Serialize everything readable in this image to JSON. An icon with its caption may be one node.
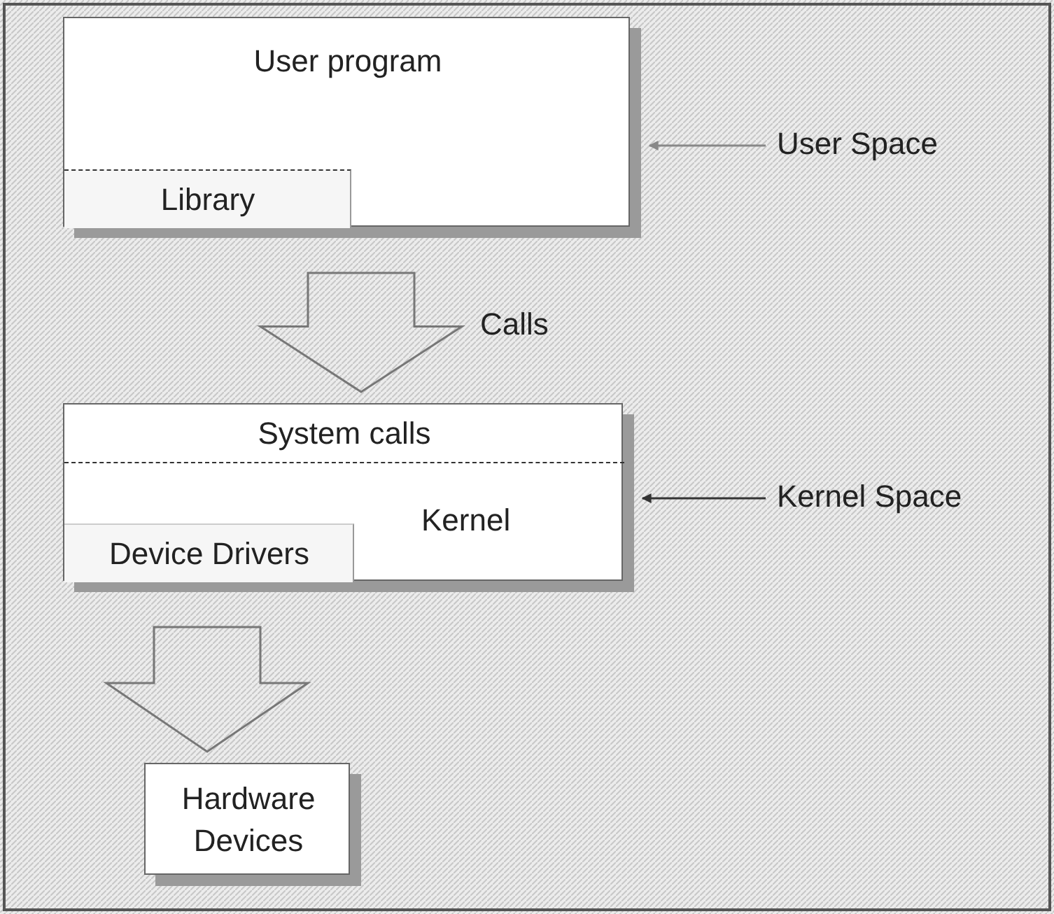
{
  "diagram": {
    "nodes": [
      {
        "text": [
          "User program"
        ]
      },
      {
        "text": [
          "Library"
        ],
        "in": 0
      },
      {
        "text": [
          "User Space"
        ]
      },
      {
        "text": [
          "Kernel"
        ]
      },
      {
        "text": [
          "System calls"
        ],
        "in": 3
      },
      {
        "text": [
          "Device Drivers"
        ],
        "in": 3
      },
      {
        "text": [
          "Kernel Space"
        ]
      },
      {
        "text": [
          "Hardware Devices"
        ]
      }
    ],
    "edges": [
      {
        "from": 2,
        "to": 0,
        "arrow": "to",
        "color": "#888888"
      },
      {
        "from": 0,
        "to": 3,
        "arrow": "to",
        "style": "thick",
        "label": "Calls"
      },
      {
        "from": 6,
        "to": 3,
        "arrow": "to"
      },
      {
        "from": 3,
        "to": 7,
        "arrow": "to",
        "style": "thick"
      }
    ]
  }
}
